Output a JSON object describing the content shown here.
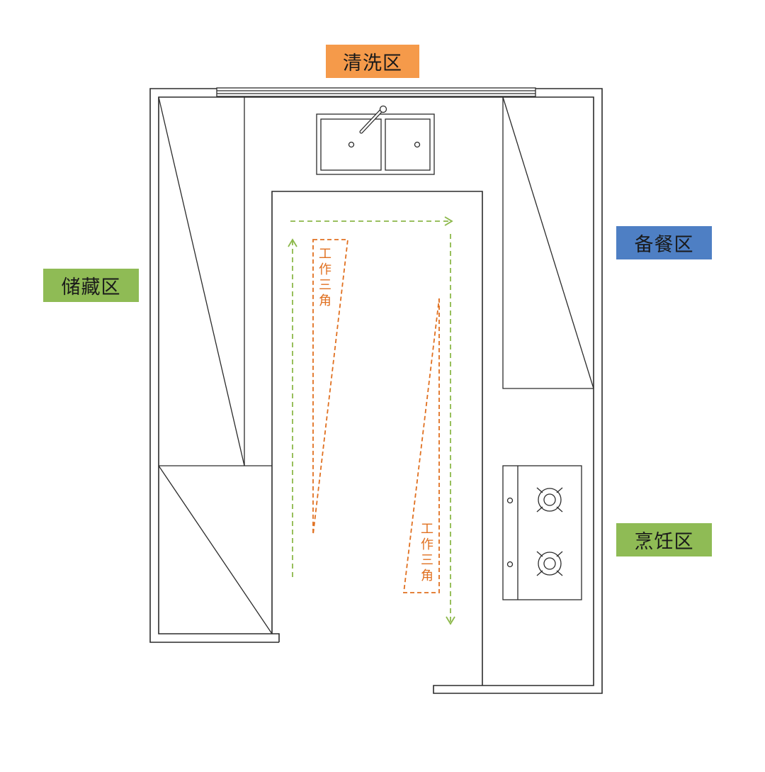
{
  "zones": {
    "wash": {
      "label": "清洗区",
      "color": "#f59a4a"
    },
    "prep": {
      "label": "备餐区",
      "color": "#4e7fc4"
    },
    "storage": {
      "label": "储藏区",
      "color": "#8fbb55"
    },
    "cook": {
      "label": "烹饪区",
      "color": "#8fbb55"
    }
  },
  "work_triangle": {
    "label_1": "工作三角",
    "label_2": "工作三角",
    "line_color": "#e07020"
  },
  "flow_arrow_color": "#8cb84a",
  "icons": {
    "sink": "double-sink-icon",
    "stove": "gas-stove-icon"
  }
}
